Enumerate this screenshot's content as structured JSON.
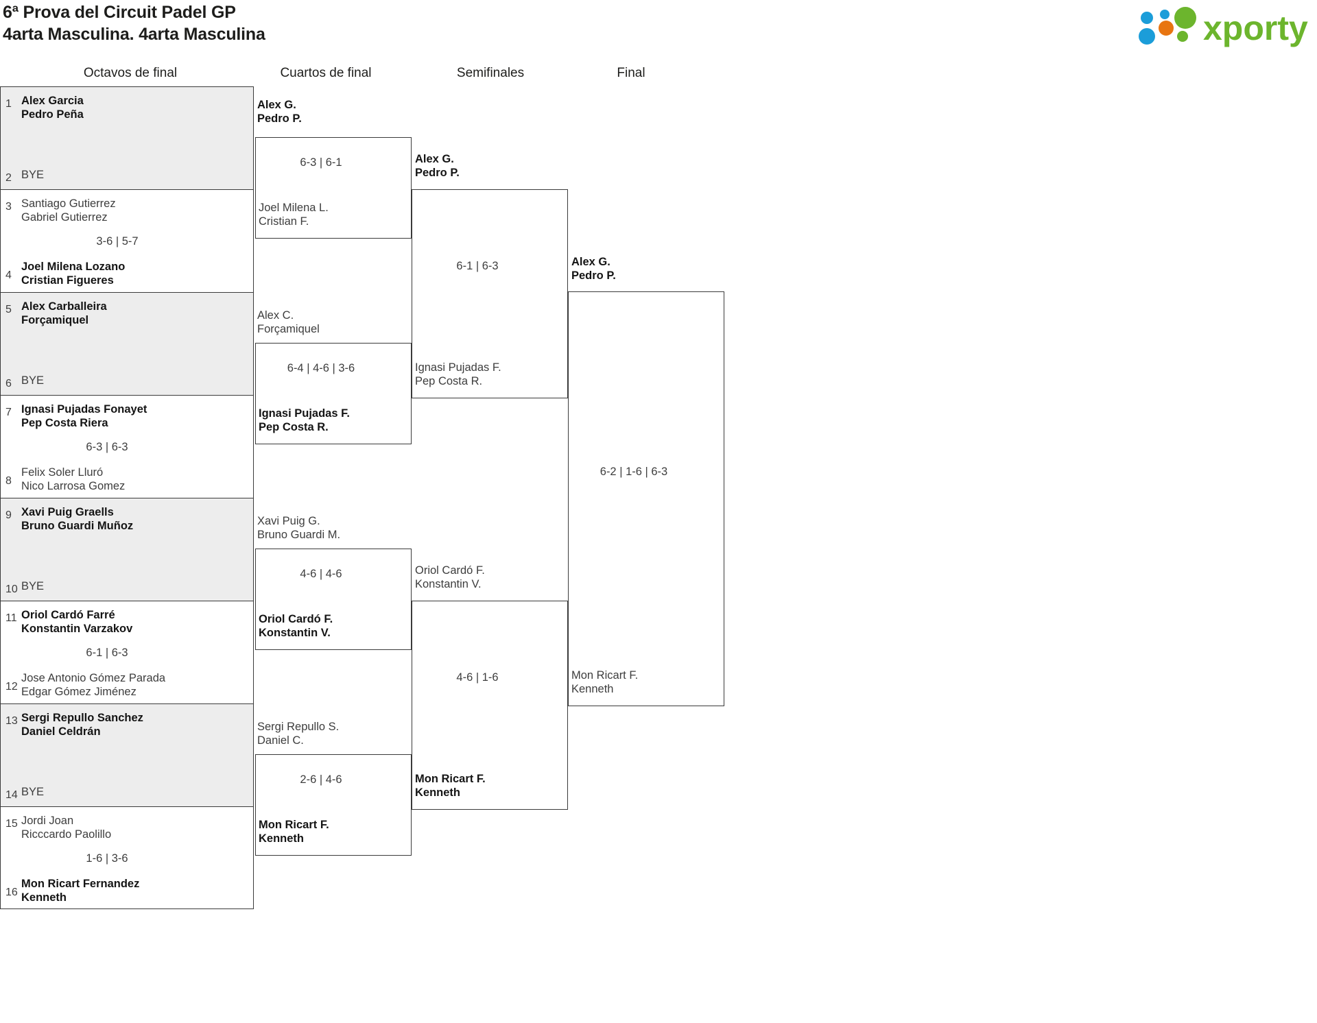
{
  "header": {
    "title_line1": "6ª Prova del Circuit Padel GP",
    "title_line2": "4arta Masculina. 4arta Masculina",
    "logo_text": "xporty"
  },
  "rounds": [
    {
      "label": "Octavos de final"
    },
    {
      "label": "Cuartos de final"
    },
    {
      "label": "Semifinales"
    },
    {
      "label": "Final"
    }
  ],
  "round1": {
    "matches": [
      {
        "score": "",
        "shaded": true,
        "top": {
          "seed": "1",
          "p1": "Alex Garcia",
          "p2": "Pedro Peña",
          "winner": true,
          "bye": false
        },
        "bottom": {
          "seed": "2",
          "p1": "BYE",
          "p2": "",
          "winner": false,
          "bye": true
        }
      },
      {
        "score": "3-6 | 5-7",
        "shaded": false,
        "top": {
          "seed": "3",
          "p1": "Santiago Gutierrez",
          "p2": "Gabriel Gutierrez",
          "winner": false,
          "bye": false
        },
        "bottom": {
          "seed": "4",
          "p1": "Joel Milena Lozano",
          "p2": "Cristian Figueres",
          "winner": true,
          "bye": false
        }
      },
      {
        "score": "",
        "shaded": true,
        "top": {
          "seed": "5",
          "p1": "Alex Carballeira",
          "p2": "Forçamiquel",
          "winner": true,
          "bye": false
        },
        "bottom": {
          "seed": "6",
          "p1": "BYE",
          "p2": "",
          "winner": false,
          "bye": true
        }
      },
      {
        "score": "6-3 | 6-3",
        "shaded": false,
        "top": {
          "seed": "7",
          "p1": "Ignasi Pujadas Fonayet",
          "p2": "Pep Costa Riera",
          "winner": true,
          "bye": false
        },
        "bottom": {
          "seed": "8",
          "p1": "Felix Soler Lluró",
          "p2": "Nico Larrosa Gomez",
          "winner": false,
          "bye": false
        }
      },
      {
        "score": "",
        "shaded": true,
        "top": {
          "seed": "9",
          "p1": "Xavi Puig Graells",
          "p2": "Bruno Guardi Muñoz",
          "winner": true,
          "bye": false
        },
        "bottom": {
          "seed": "10",
          "p1": "BYE",
          "p2": "",
          "winner": false,
          "bye": true
        }
      },
      {
        "score": "6-1 | 6-3",
        "shaded": false,
        "top": {
          "seed": "11",
          "p1": "Oriol Cardó Farré",
          "p2": "Konstantin Varzakov",
          "winner": true,
          "bye": false
        },
        "bottom": {
          "seed": "12",
          "p1": "Jose Antonio Gómez Parada",
          "p2": "Edgar Gómez Jiménez",
          "winner": false,
          "bye": false
        }
      },
      {
        "score": "",
        "shaded": true,
        "top": {
          "seed": "13",
          "p1": "Sergi Repullo Sanchez",
          "p2": "Daniel Celdrán",
          "winner": true,
          "bye": false
        },
        "bottom": {
          "seed": "14",
          "p1": "BYE",
          "p2": "",
          "winner": false,
          "bye": true
        }
      },
      {
        "score": "1-6 | 3-6",
        "shaded": false,
        "top": {
          "seed": "15",
          "p1": "Jordi Joan",
          "p2": "Ricccardo Paolillo",
          "winner": false,
          "bye": false
        },
        "bottom": {
          "seed": "16",
          "p1": "Mon Ricart Fernandez",
          "p2": "Kenneth",
          "winner": true,
          "bye": false
        }
      }
    ]
  },
  "round2": {
    "matches": [
      {
        "score": "6-3 | 6-1",
        "top": {
          "p1": "Alex G.",
          "p2": "Pedro P.",
          "winner": true
        },
        "bottom": {
          "p1": "Joel Milena L.",
          "p2": "Cristian F.",
          "winner": false
        }
      },
      {
        "score": "6-4 | 4-6 | 3-6",
        "top": {
          "p1": "Alex C.",
          "p2": "Forçamiquel",
          "winner": false
        },
        "bottom": {
          "p1": "Ignasi Pujadas F.",
          "p2": "Pep Costa R.",
          "winner": true
        }
      },
      {
        "score": "4-6 | 4-6",
        "top": {
          "p1": "Xavi Puig G.",
          "p2": "Bruno Guardi M.",
          "winner": false
        },
        "bottom": {
          "p1": "Oriol Cardó F.",
          "p2": "Konstantin V.",
          "winner": true
        }
      },
      {
        "score": "2-6 | 4-6",
        "top": {
          "p1": "Sergi Repullo S.",
          "p2": "Daniel C.",
          "winner": false
        },
        "bottom": {
          "p1": "Mon Ricart F.",
          "p2": "Kenneth",
          "winner": true
        }
      }
    ]
  },
  "round3": {
    "matches": [
      {
        "score": "6-1 | 6-3",
        "top": {
          "p1": "Alex G.",
          "p2": "Pedro P.",
          "winner": true
        },
        "bottom": {
          "p1": "Ignasi Pujadas F.",
          "p2": "Pep Costa R.",
          "winner": false
        }
      },
      {
        "score": "4-6 | 1-6",
        "top": {
          "p1": "Oriol Cardó F.",
          "p2": "Konstantin V.",
          "winner": false
        },
        "bottom": {
          "p1": "Mon Ricart F.",
          "p2": "Kenneth",
          "winner": true
        }
      }
    ]
  },
  "round4": {
    "matches": [
      {
        "score": "6-2 | 1-6 | 6-3",
        "top": {
          "p1": "Alex G.",
          "p2": "Pedro P.",
          "winner": true
        },
        "bottom": {
          "p1": "Mon Ricart F.",
          "p2": "Kenneth",
          "winner": false
        }
      }
    ]
  },
  "colors": {
    "line": "#3a3a3a",
    "shade": "#ededed",
    "text": "#3d3d3d",
    "text_strong": "#141414",
    "logo_green": "#6cb52d",
    "logo_blue": "#1b9dd9",
    "logo_orange": "#e87511"
  }
}
